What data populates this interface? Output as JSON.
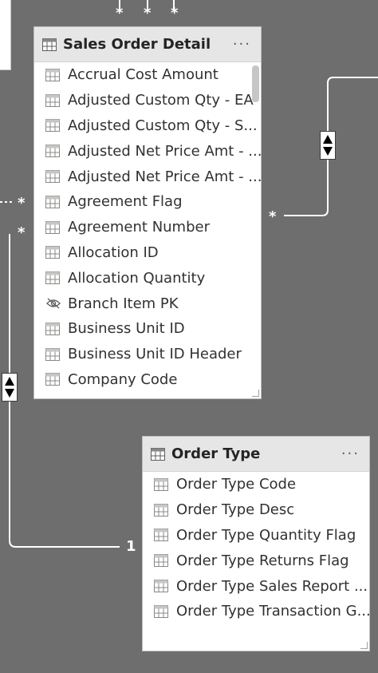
{
  "tables": {
    "sales_order_detail": {
      "title": "Sales Order Detail",
      "more": "···",
      "fields": [
        {
          "name": "Accrual Cost Amount",
          "icon": "table-column-icon"
        },
        {
          "name": "Adjusted Custom Qty - EA",
          "icon": "table-column-icon"
        },
        {
          "name": "Adjusted Custom Qty - S...",
          "icon": "table-column-icon"
        },
        {
          "name": "Adjusted Net Price Amt - ...",
          "icon": "table-column-icon"
        },
        {
          "name": "Adjusted Net Price Amt - ...",
          "icon": "table-column-icon"
        },
        {
          "name": "Agreement Flag",
          "icon": "table-column-icon"
        },
        {
          "name": "Agreement Number",
          "icon": "table-column-icon"
        },
        {
          "name": "Allocation ID",
          "icon": "table-column-icon"
        },
        {
          "name": "Allocation Quantity",
          "icon": "table-column-icon"
        },
        {
          "name": "Branch Item PK",
          "icon": "hidden-eye-icon"
        },
        {
          "name": "Business Unit ID",
          "icon": "table-column-icon"
        },
        {
          "name": "Business Unit ID Header",
          "icon": "table-column-icon"
        },
        {
          "name": "Company Code",
          "icon": "table-column-icon"
        }
      ]
    },
    "order_type": {
      "title": "Order Type",
      "more": "···",
      "fields": [
        {
          "name": "Order Type Code",
          "icon": "table-column-icon"
        },
        {
          "name": "Order Type Desc",
          "icon": "table-column-icon"
        },
        {
          "name": "Order Type Quantity Flag",
          "icon": "table-column-icon"
        },
        {
          "name": "Order Type Returns Flag",
          "icon": "table-column-icon"
        },
        {
          "name": "Order Type Sales Report ...",
          "icon": "table-column-icon"
        },
        {
          "name": "Order Type Transaction G...",
          "icon": "table-column-icon"
        }
      ]
    }
  },
  "relationships": {
    "many_marker": "*",
    "one_marker": "1"
  },
  "colors": {
    "canvas": "#6e6e6e",
    "header": "#e6e6e6",
    "line": "#ffffff"
  }
}
